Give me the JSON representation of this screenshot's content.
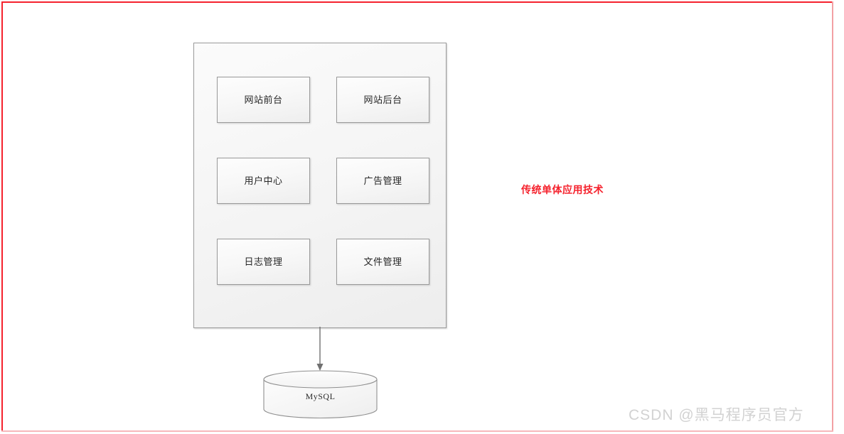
{
  "diagram": {
    "title_annotation": "传统单体应用技术",
    "annotation_color": "#f5222d",
    "frame_color": "#f5222d",
    "container": {
      "name": "monolithic-application",
      "modules": [
        {
          "label": "网站前台"
        },
        {
          "label": "网站后台"
        },
        {
          "label": "用户中心"
        },
        {
          "label": "广告管理"
        },
        {
          "label": "日志管理"
        },
        {
          "label": "文件管理"
        }
      ]
    },
    "database": {
      "label": "MySQL",
      "shape": "cylinder"
    },
    "connector": {
      "name": "arrow-down",
      "from": "monolithic-application",
      "to": "MySQL"
    }
  },
  "watermark": {
    "text": "CSDN @黑马程序员官方"
  }
}
